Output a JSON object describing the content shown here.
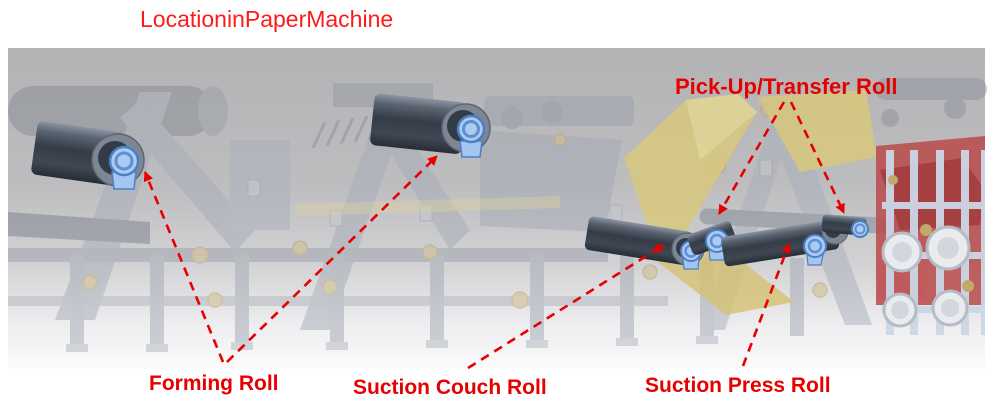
{
  "title": {
    "text": "LocationinPaperMachine",
    "color": "#ff1a1a"
  },
  "labels": {
    "pickup": {
      "text": "Pick-Up/Transfer Roll"
    },
    "forming": {
      "text": "Forming Roll"
    },
    "couch": {
      "text": "Suction Couch Roll"
    },
    "press": {
      "text": "Suction Press Roll"
    }
  },
  "colors": {
    "annotation_red": "#e60000",
    "title_red": "#ff1a1a",
    "roll_body_dark": "#343c47",
    "bearing_blue": "#abcbf1",
    "bearing_ring_blue": "#4b80c6",
    "fabric_yellow": "#d9c87a",
    "press_section_red": "#b84a4a",
    "machine_gray": "#a6acb6",
    "background_gray": "#b3b3b5"
  }
}
